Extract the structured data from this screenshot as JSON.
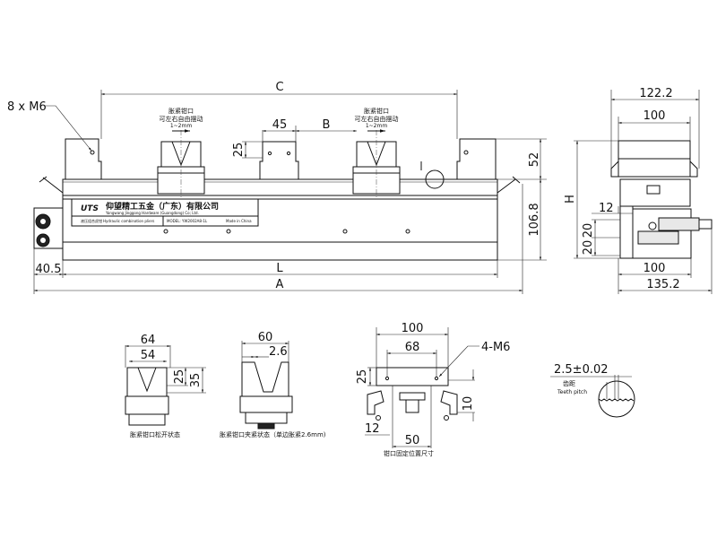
{
  "front_view": {
    "dim_c": "C",
    "dim_b": "B",
    "dim_45": "45",
    "dim_25": "25",
    "dim_52": "52",
    "dim_106_8": "106.8",
    "dim_l": "L",
    "dim_a": "A",
    "dim_40_5": "40.5",
    "thread_callout": "8 x M6",
    "jaw_note_line1": "胀紧钳口",
    "jaw_note_line2": "可左右自由摆动",
    "jaw_note_line3": "1~2mm"
  },
  "nameplate": {
    "logo": "UTS",
    "company_cn": "仰望精工五金（广东）有限公司",
    "company_en": "Yangwang Jinggong Hardware (Guangdong) Co; Ltd.",
    "product_cn": "液压组合虎钳",
    "product_en": "Hydraulic combination pliers",
    "model": "MODEL: YW2002A8-1L",
    "origin": "Made in China"
  },
  "side_view": {
    "dim_122_2": "122.2",
    "dim_100_top": "100",
    "dim_h": "H",
    "dim_12": "12",
    "dim_20a": "20",
    "dim_20b": "20",
    "dim_100_bottom": "100",
    "dim_135_2": "135.2"
  },
  "jaw_open_view": {
    "dim_64": "64",
    "dim_54": "54",
    "dim_25": "25",
    "dim_35": "35",
    "caption": "胀紧钳口松开状态"
  },
  "jaw_clamp_view": {
    "dim_60": "60",
    "dim_2_6": "2.6",
    "caption": "胀紧钳口夹紧状态（单边胀紧2.6mm)"
  },
  "jaw_position_view": {
    "dim_100": "100",
    "dim_68": "68",
    "dim_25": "25",
    "dim_10": "10",
    "dim_12": "12",
    "dim_50": "50",
    "thread_callout": "4-M6",
    "caption": "钳口固定位置尺寸"
  },
  "teeth_detail": {
    "dim_pitch": "2.5±0.02",
    "label_cn": "齿距",
    "label_en": "Teeth pitch"
  }
}
